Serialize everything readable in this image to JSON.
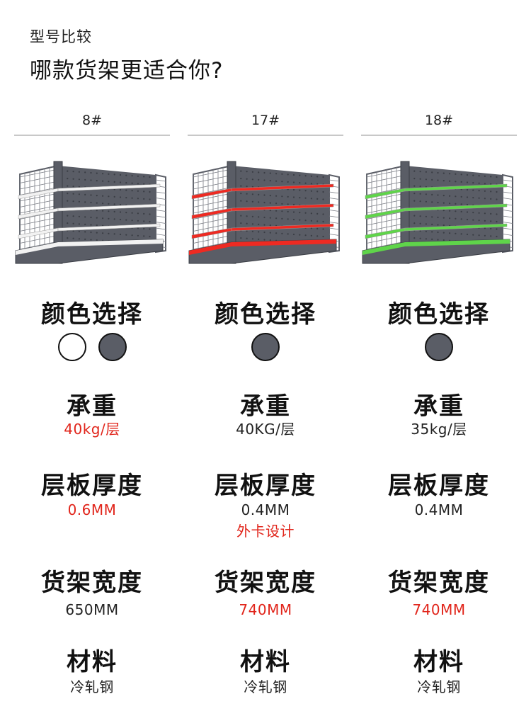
{
  "header": {
    "subtitle": "型号比较",
    "title": "哪款货架更适合你?"
  },
  "labels": {
    "color": "颜色选择",
    "load": "承重",
    "thickness": "层板厚度",
    "width": "货架宽度",
    "material": "材料"
  },
  "colors": {
    "frame": "#5a5d66",
    "highlight_red": "#e1251b",
    "accent_red": "#ee2a22",
    "accent_green": "#5fd44a"
  },
  "models": [
    {
      "name": "8#",
      "accent_color": "#f2f2f2",
      "swatches": [
        "#ffffff",
        "#5a5d66"
      ],
      "load": "40kg/层",
      "load_highlight": true,
      "thickness": "0.6MM",
      "thickness_highlight": true,
      "thickness_note": "",
      "width": "650MM",
      "width_highlight": false,
      "material": "冷轧钢"
    },
    {
      "name": "17#",
      "accent_color": "#ee2a22",
      "swatches": [
        "#5a5d66"
      ],
      "load": "40KG/层",
      "load_highlight": false,
      "thickness": "0.4MM",
      "thickness_highlight": false,
      "thickness_note": "外卡设计",
      "width": "740MM",
      "width_highlight": true,
      "material": "冷轧钢"
    },
    {
      "name": "18#",
      "accent_color": "#5fd44a",
      "swatches": [
        "#5a5d66"
      ],
      "load": "35kg/层",
      "load_highlight": false,
      "thickness": "0.4MM",
      "thickness_highlight": false,
      "thickness_note": "",
      "width": "740MM",
      "width_highlight": true,
      "material": "冷轧钢"
    }
  ]
}
